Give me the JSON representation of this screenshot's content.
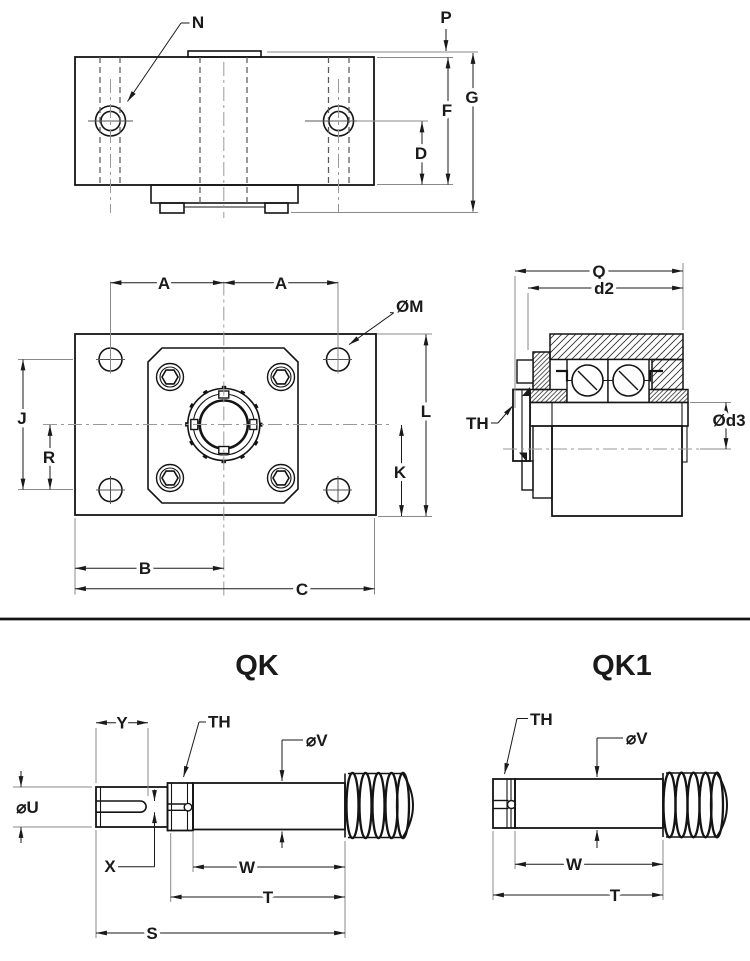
{
  "colors": {
    "ink": "#1a1a1a",
    "background": "#ffffff"
  },
  "front_view": {
    "labels": {
      "n": "N",
      "p": "P",
      "g": "G",
      "f": "F",
      "d": "D"
    }
  },
  "plan_view": {
    "labels": {
      "a_left": "A",
      "a_right": "A",
      "m": "ØM",
      "j": "J",
      "r": "R",
      "l": "L",
      "k": "K",
      "b": "B",
      "c": "C"
    }
  },
  "section_view": {
    "labels": {
      "q": "Q",
      "d2": "d2",
      "th": "TH",
      "d3": "Ød3"
    }
  },
  "qk_view": {
    "title": "QK",
    "labels": {
      "y": "Y",
      "th": "TH",
      "v": "⌀V",
      "u": "⌀U",
      "x": "X",
      "w": "W",
      "t": "T",
      "s": "S"
    }
  },
  "qk1_view": {
    "title": "QK1",
    "labels": {
      "th": "TH",
      "v": "⌀V",
      "w": "W",
      "t": "T"
    }
  }
}
